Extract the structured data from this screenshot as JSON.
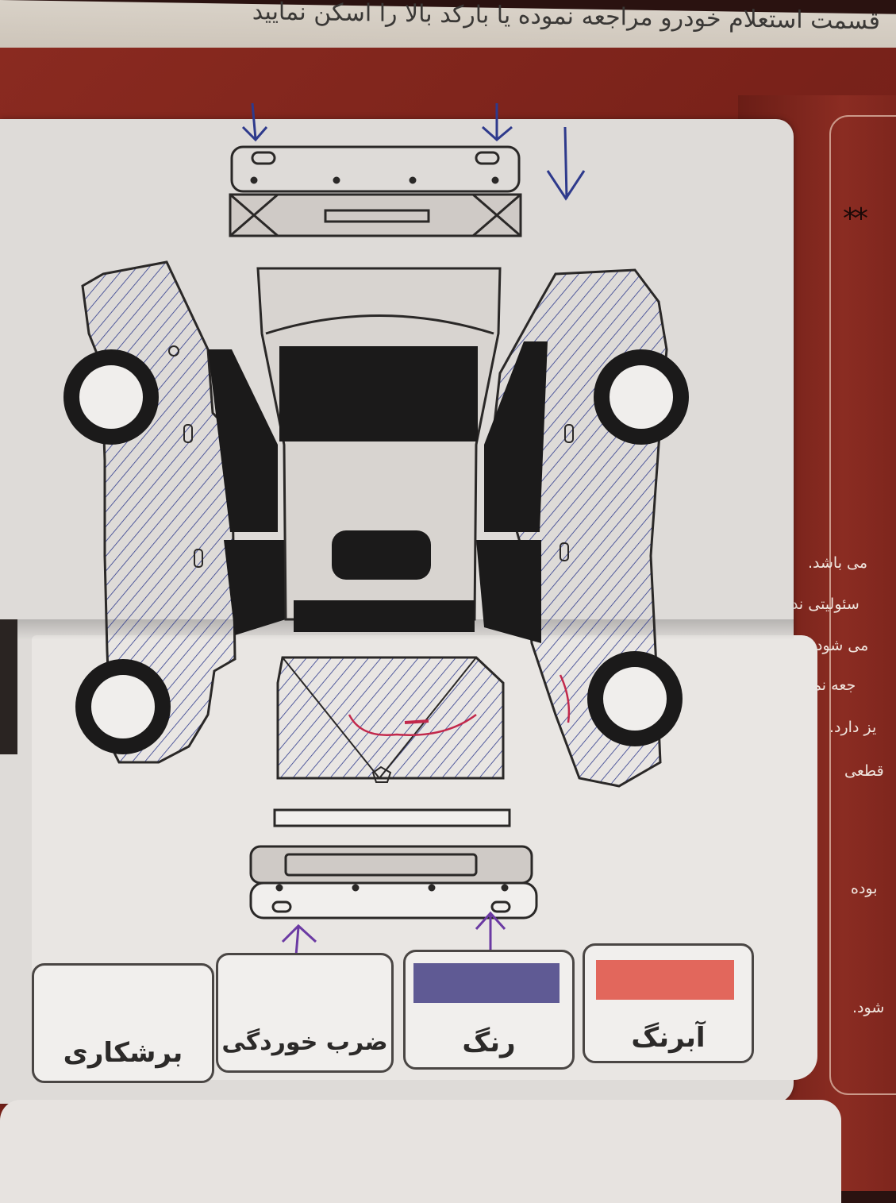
{
  "header_text": "قسمت استعلام خودرو مراجعه نموده یا بارکد بالا را اسکن نمایید",
  "legend": [
    {
      "id": "aberang",
      "label": "آبرنگ",
      "color": "#e2675c"
    },
    {
      "id": "rang",
      "label": "رنگ",
      "color": "#5f5a94"
    },
    {
      "id": "zarb",
      "label": "ضرب خوردگی",
      "icon": "arrow-right-icon"
    },
    {
      "id": "boresh",
      "label": "برشکاری",
      "icon": "cut-bracket-icon"
    }
  ],
  "right_page": {
    "stars": "**",
    "snippets": [
      "می باشد.",
      "سئولیتی ندارد.",
      "می شود.",
      "جعه نمایند.",
      "یز دارد.",
      "قطعی",
      "بوده",
      "شود."
    ]
  },
  "colors": {
    "ink_blue": "#2e3a8c",
    "ink_red": "#c2284b",
    "ink_purple": "#6b3aa3",
    "line_dark": "#2a2827"
  }
}
